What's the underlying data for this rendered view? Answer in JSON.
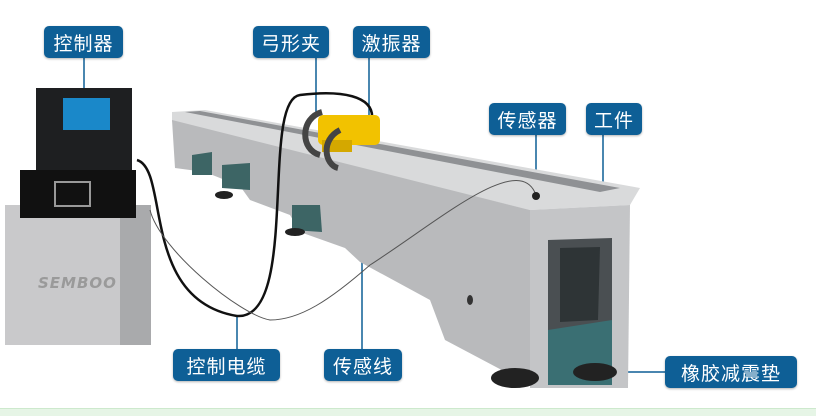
{
  "labels": {
    "controller": "控制器",
    "bow_clamp": "弓形夹",
    "exciter": "激振器",
    "sensor": "传感器",
    "workpiece": "工件",
    "control_cable": "控制电缆",
    "sensor_wire": "传感线",
    "rubber_pad": "橡胶减震垫"
  },
  "brand": "SEMBOO",
  "colors": {
    "label_bg": "#0e5f96",
    "beam": "#bfc0c2",
    "exciter": "#f2c200"
  }
}
